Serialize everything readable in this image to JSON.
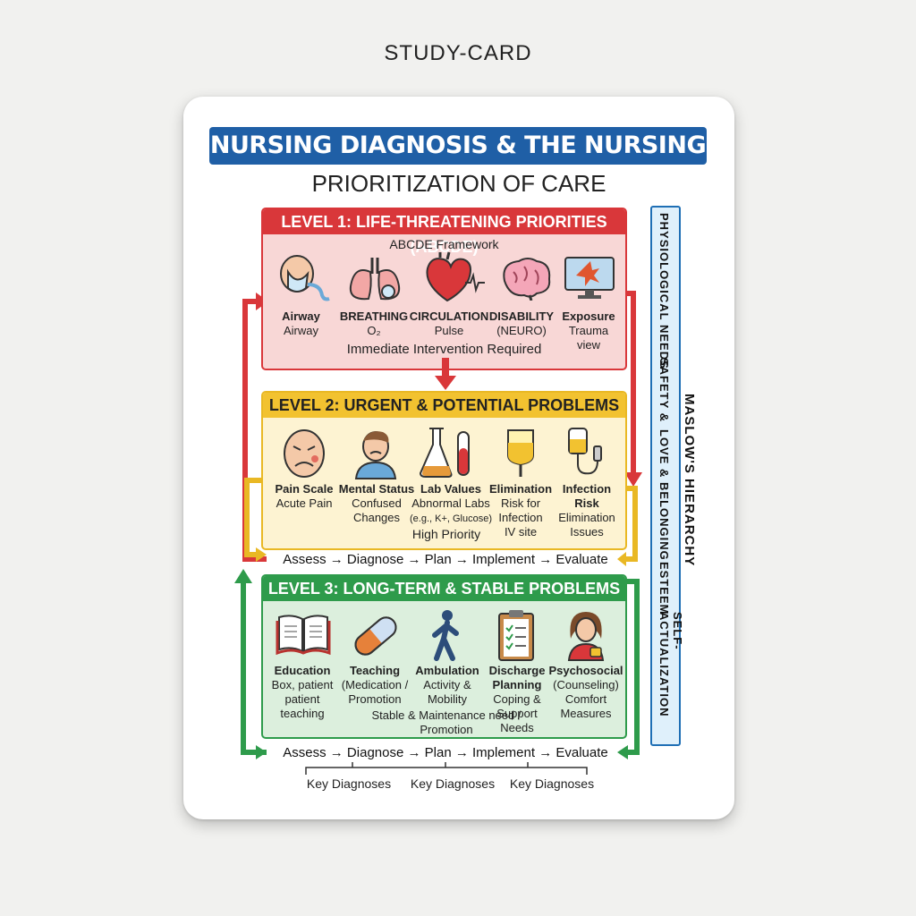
{
  "card_label": "STUDY-CARD",
  "title": "NURSING DIAGNOSIS & THE NURSING PROCESS",
  "subtitle": "PRIORITIZATION OF CARE",
  "level1": {
    "header": "LEVEL 1: LIFE-THREATENING PRIORITIES (ABCDE)",
    "framework": "ABCDE Framework",
    "items": [
      {
        "title": "Airway",
        "line1": "Airway",
        "line2": "",
        "icon": "airway-mask-icon"
      },
      {
        "title": "BREATHING",
        "line1": "O₂",
        "line2": "",
        "icon": "lungs-icon"
      },
      {
        "title": "CIRCULATION",
        "line1": "Pulse",
        "line2": "",
        "icon": "heart-icon"
      },
      {
        "title": "DISABILITY",
        "line1": "(NEURO)",
        "line2": "",
        "icon": "brain-icon"
      },
      {
        "title": "Exposure",
        "line1": "Trauma",
        "line2": "view",
        "icon": "monitor-trauma-icon"
      }
    ],
    "footer": "Immediate Intervention Required",
    "colors": {
      "header": "#d9373a",
      "fill": "#f8d7d6",
      "border": "#d9373a"
    }
  },
  "level2": {
    "header": "LEVEL 2: URGENT & POTENTIAL PROBLEMS",
    "items": [
      {
        "title": "Pain Scale",
        "line1": "Acute Pain",
        "line2": "",
        "line3": "",
        "icon": "pain-face-icon"
      },
      {
        "title": "Mental Status",
        "line1": "Confused",
        "line2": "Changes",
        "line3": "",
        "icon": "confused-person-icon"
      },
      {
        "title": "Lab Values",
        "line1": "Abnormal Labs",
        "line2": "(e.g., K+, Glucose)",
        "line3": "",
        "icon": "lab-flask-icon"
      },
      {
        "title": "Elimination",
        "line1": "Risk for",
        "line2": "Infection",
        "line3": "IV site",
        "icon": "iv-bag-icon"
      },
      {
        "title": "Infection Risk",
        "line1": "Elimination",
        "line2": "Issues",
        "line3": "",
        "icon": "iv-drip-icon"
      }
    ],
    "footer": "High Priority",
    "colors": {
      "header": "#f2c230",
      "fill": "#fdf3d2",
      "border": "#e9b824"
    }
  },
  "process_flow": "Assess → Diagnose → Plan → Implement → Evaluate",
  "level3": {
    "header": "LEVEL 3: LONG-TERM & STABLE PROBLEMS",
    "items": [
      {
        "title": "Education",
        "line1": "Box, patient",
        "line2": "patient",
        "line3": "teaching",
        "icon": "book-icon"
      },
      {
        "title": "Teaching",
        "line1": "(Medication /",
        "line2": "Promotion",
        "line3": "",
        "icon": "pill-icon"
      },
      {
        "title": "Ambulation",
        "line1": "Activity &",
        "line2": "Mobility",
        "line3": "",
        "icon": "walking-person-icon"
      },
      {
        "title": "Discharge",
        "title2": "Planning",
        "line1": "Coping &",
        "line2": "Support",
        "line3": "Needs",
        "icon": "clipboard-icon"
      },
      {
        "title": "Psychosocial",
        "line1": "(Counseling)",
        "line2": "Comfort",
        "line3": "Measures",
        "icon": "counselor-icon"
      }
    ],
    "footer_line1": "Stable & Maintenance need /",
    "footer_line2": "Promotion",
    "colors": {
      "header": "#2e9b4b",
      "fill": "#dcefdd",
      "border": "#2e9b4b"
    }
  },
  "key_diagnoses": [
    "Key Diagnoses",
    "Key Diagnoses",
    "Key Diagnoses"
  ],
  "maslow": {
    "title": "MASLOW'S HIERARCHY",
    "levels": [
      "PHYSIOLOGICAL NEEDS",
      "SAFETY &",
      "LOVE & BELONGING",
      "ESTEEM",
      "SELF-ACTUALIZATION"
    ],
    "color": "#1f6fb5"
  }
}
